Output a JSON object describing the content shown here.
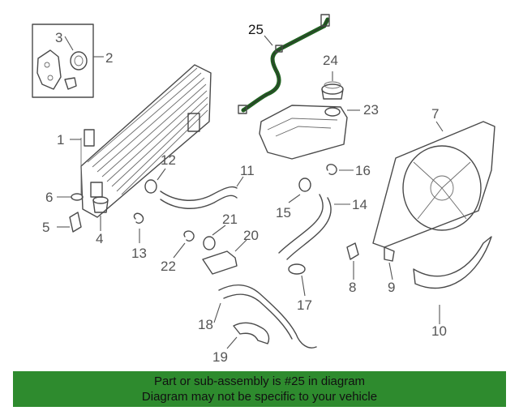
{
  "callouts": {
    "c1": "1",
    "c2": "2",
    "c3": "3",
    "c4": "4",
    "c5": "5",
    "c6": "6",
    "c7": "7",
    "c8": "8",
    "c9": "9",
    "c10": "10",
    "c11": "11",
    "c12": "12",
    "c13": "13",
    "c14": "14",
    "c15": "15",
    "c16": "16",
    "c17": "17",
    "c18": "18",
    "c19": "19",
    "c20": "20",
    "c21": "21",
    "c22": "22",
    "c23": "23",
    "c24": "24",
    "c25": "25"
  },
  "banner": {
    "line1": "Part or sub-assembly is #25 in diagram",
    "line2": "Diagram may not be specific to your vehicle"
  },
  "colors": {
    "highlight_part": "#1f5f1f",
    "banner_bg": "#2e8b2e"
  }
}
